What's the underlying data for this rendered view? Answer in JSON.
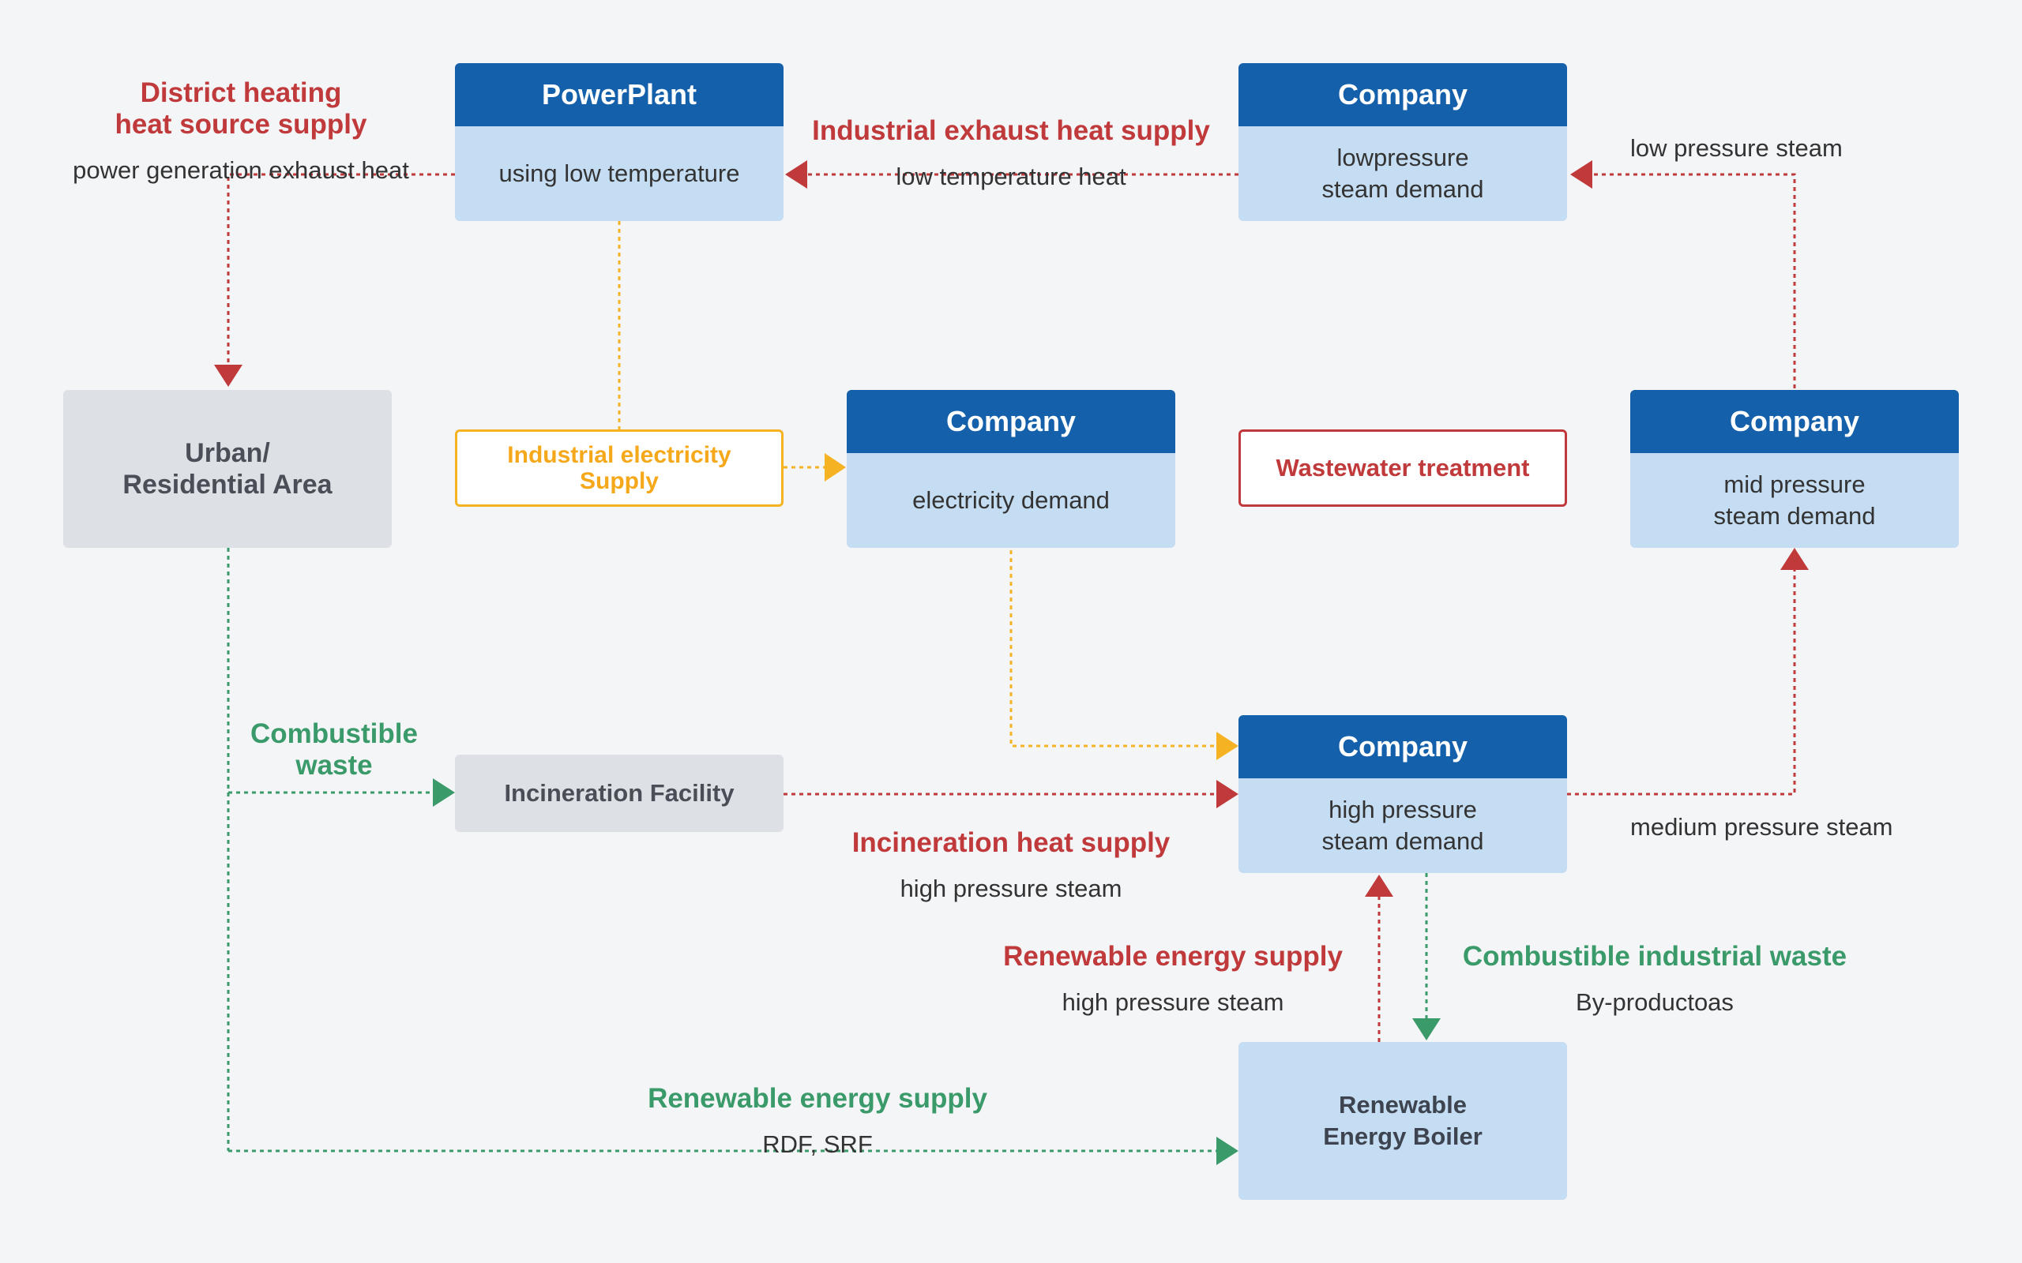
{
  "colors": {
    "red": "#c0393b",
    "yellow": "#f5b324",
    "green": "#3a9a6a",
    "header_blue": "#1560ab",
    "body_blue": "#c5ddf2",
    "gray": "#dde0e4"
  },
  "nodes": {
    "powerplant": {
      "title": "PowerPlant",
      "body": "using low temperature"
    },
    "company_low": {
      "title": "Company",
      "body": "lowpressure\nsteam demand"
    },
    "company_electricity": {
      "title": "Company",
      "body": "electricity demand"
    },
    "company_mid": {
      "title": "Company",
      "body": "mid pressure\nsteam demand"
    },
    "company_high": {
      "title": "Company",
      "body": "high pressure\nsteam demand"
    },
    "urban": {
      "text": "Urban/\nResidential Area"
    },
    "industrial_electricity": {
      "text": "Industrial electricity\nSupply"
    },
    "wastewater": {
      "text": "Wastewater treatment"
    },
    "incineration": {
      "text": "Incineration Facility"
    },
    "boiler": {
      "text": "Renewable\nEnergy Boiler"
    }
  },
  "labels": {
    "district_heating": {
      "title": "District heating\nheat source supply",
      "sub": "power generation exhaust heat"
    },
    "industrial_exhaust": {
      "title": "Industrial exhaust heat supply",
      "sub": "low temperature heat"
    },
    "low_pressure_steam": "low pressure steam",
    "combustible_waste": {
      "title": "Combustible\nwaste"
    },
    "incineration_heat": {
      "title": "Incineration heat supply",
      "sub": "high pressure steam"
    },
    "medium_pressure_steam": "medium pressure steam",
    "renewable_red": {
      "title": "Renewable energy supply",
      "sub": "high pressure steam"
    },
    "combustible_industrial": {
      "title": "Combustible industrial waste",
      "sub": "By-productoas"
    },
    "renewable_green": {
      "title": "Renewable energy supply",
      "sub": "RDF, SRF"
    }
  }
}
